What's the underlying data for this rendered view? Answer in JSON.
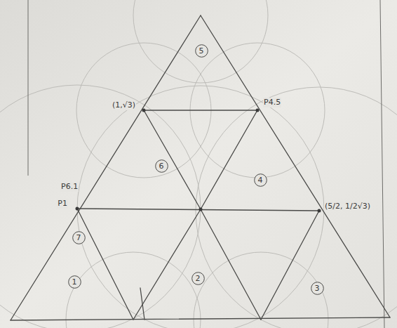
{
  "diagram": {
    "nodes": [
      {
        "text": [
          "5"
        ]
      },
      {
        "text": [
          "6"
        ]
      },
      {
        "text": [
          "4"
        ]
      },
      {
        "text": [
          "7"
        ]
      },
      {
        "text": [
          "1"
        ]
      },
      {
        "text": [
          "2"
        ]
      },
      {
        "text": [
          "3"
        ]
      }
    ],
    "labels": [
      "(1,√3)",
      "P4.5",
      "P6.1",
      "P1",
      "(5/2, 1/2√3)"
    ]
  }
}
